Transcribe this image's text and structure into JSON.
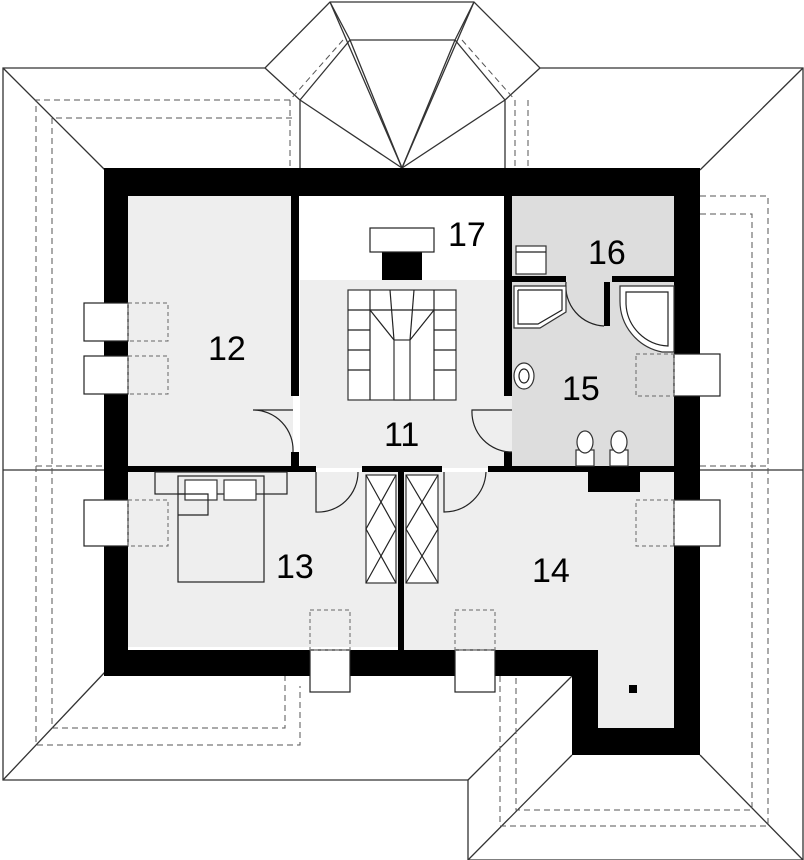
{
  "rooms": [
    {
      "id": "11",
      "label": "11"
    },
    {
      "id": "12",
      "label": "12"
    },
    {
      "id": "13",
      "label": "13"
    },
    {
      "id": "14",
      "label": "14"
    },
    {
      "id": "15",
      "label": "15"
    },
    {
      "id": "16",
      "label": "16"
    },
    {
      "id": "17",
      "label": "17"
    }
  ],
  "colors": {
    "wall": "#000000",
    "floor_light": "#eeeeee",
    "floor_wet": "#dddddd",
    "roof_line": "#333333",
    "background": "#ffffff"
  }
}
